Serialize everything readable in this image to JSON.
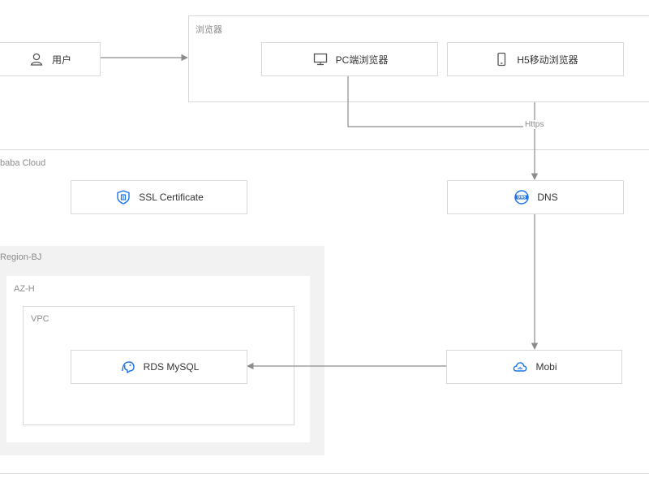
{
  "groups": {
    "browser": {
      "label": "浏览器"
    },
    "cloud": {
      "label": "baba Cloud"
    },
    "region": {
      "label": "Region-BJ"
    },
    "az": {
      "label": "AZ-H"
    },
    "vpc": {
      "label": "VPC"
    }
  },
  "nodes": {
    "user": {
      "label": "用户",
      "icon": "user-icon"
    },
    "pc_browser": {
      "label": "PC端浏览器",
      "icon": "monitor-icon"
    },
    "h5_browser": {
      "label": "H5移动浏览器",
      "icon": "mobile-phone-icon"
    },
    "ssl": {
      "label": "SSL Certificate",
      "icon": "ssl-certificate-icon"
    },
    "dns": {
      "label": "DNS",
      "icon": "dns-icon"
    },
    "rds": {
      "label": "RDS MySQL",
      "icon": "rds-mysql-icon"
    },
    "mobi": {
      "label": "Mobi",
      "icon": "cloud-mobi-icon"
    }
  },
  "edges": {
    "https_label": "Https"
  },
  "colors": {
    "icon_blue": "#1a73e8",
    "line": "#8c8c8c",
    "group_border": "#d9d9d9",
    "region_fill": "#f2f2f2"
  }
}
